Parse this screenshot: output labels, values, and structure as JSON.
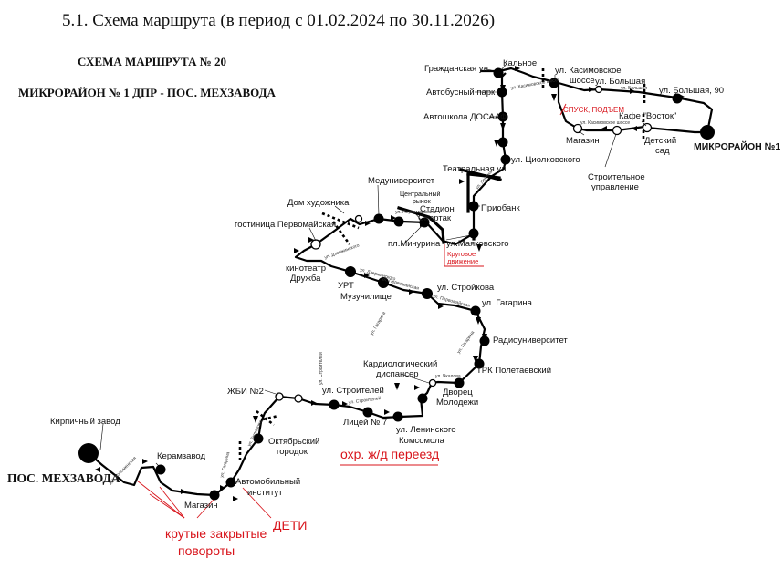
{
  "heading": "5.1. Схема маршрута (в период с 01.02.2024 по 30.11.2026)",
  "titles": {
    "line1": "СХЕМА МАРШРУТА № 20",
    "line2": "МИКРОРАЙОН № 1 ДПР - ПОС. МЕХЗАВОДА"
  },
  "termini": {
    "east": "МИКРОРАЙОН №1",
    "west": "ПОС. МЕХЗАВОДА"
  },
  "stops": {
    "grazhdanskaya": "Гражданская ул.",
    "kalnoe": "Кальное",
    "kasimovskoe1": "ул. Касимовское",
    "kasimovskoe2": "шоссе",
    "bolshaya": "ул. Большая",
    "bolshaya90": "ул. Большая, 90",
    "avtobusny_park": "Автобусный парк",
    "avtoshkola": "Автошкола ДОСААФ",
    "magazin_east": "Магазин",
    "kafe": "Кафе \"Восток\"",
    "detsky1": "Детский",
    "detsky2": "сад",
    "stroitelnoe1": "Строительное",
    "stroitelnoe2": "управление",
    "tsiolkovsky": "ул. Циолковского",
    "teatralnaya": "Театральная ул.",
    "meduniversitet": "Медуниверситет",
    "dom_hudozhnika": "Дом художника",
    "tsentralny1": "Центральный",
    "tsentralny2": "рынок",
    "stadion1": "Стадион",
    "stadion2": "Спартак",
    "priobank": "Приобанк",
    "gostinitsa": "гостиница Первомайская",
    "michurina": "пл.Мичурина",
    "mayakovskogo": "ул.Маяковского",
    "kinoteatr1": "кинотеатр",
    "kinoteatr2": "Дружба",
    "urt": "УРТ",
    "muzuchilische": "Музучилище",
    "stroykova": "ул. Стройкова",
    "gagarina": "ул. Гагарина",
    "radiouniversitet": "Радиоуниверситет",
    "kardio1": "Кардиологический",
    "kardio2": "диспансер",
    "trk": "ТРК Полетаевский",
    "dvorets1": "Дворец",
    "dvorets2": "Молодежи",
    "zhbi": "ЖБИ №2",
    "stroiteley": "ул. Строителей",
    "litsey": "Лицей № 7",
    "leninskogo1": "ул. Ленинского",
    "leninskogo2": "Комсомола",
    "oktyabrsky1": "Октябрьский",
    "oktyabrsky2": "городок",
    "kirpichny": "Кирпичный завод",
    "keramzavod": "Керамзавод",
    "magazin_west": "Магазин",
    "avtoinstitut1": "Автомобильный",
    "avtoinstitut2": "институт"
  },
  "warnings": {
    "spusk": "СПУСК, ПОДЪЕМ",
    "krugovoe1": "Круговое",
    "krugovoe2": "движение",
    "pereezd": "охр. ж/д переезд",
    "deti": "ДЕТИ",
    "povoroty1": "крутые закрытые",
    "povoroty2": "повороты"
  },
  "streets": {
    "s1": "ул. Касимовское шоссе",
    "s2": "ул. Большая",
    "s3": "ул. Касимовское шоссе",
    "s4": "ул. Ленина",
    "s5": "ул. Первомайская",
    "s6": "ул. Дзержинского",
    "s7": "ул. Дзержинского",
    "s8": "ул. Первомайская",
    "s9": "ул. Первомайская",
    "s10": "ул. Гагарина",
    "s11": "ул. Гагарина",
    "s12": "ул. Строителей",
    "s13": "ул. Строителей",
    "s14": "ул. Чкалова",
    "s15": "ул. Бирюзова",
    "s16": "ул. Гагарина",
    "s17": "ул. Коломенская"
  },
  "colors": {
    "route": "#000000",
    "warning": "#d8141b"
  }
}
